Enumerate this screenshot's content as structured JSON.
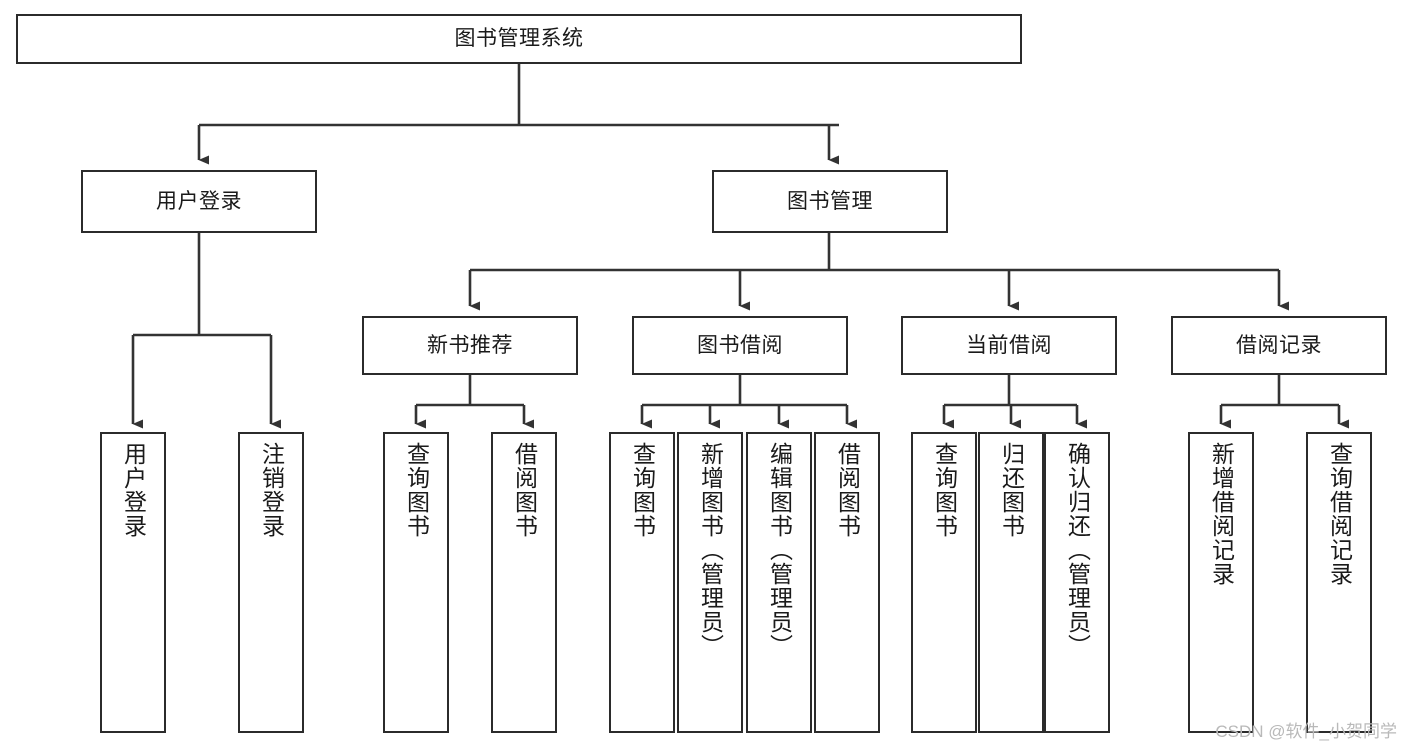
{
  "diagram": {
    "type": "tree",
    "title": "图书管理系统",
    "theme": {
      "box_border": "#2b2b2b",
      "box_fill": "#ffffff",
      "line": "#333333",
      "text": "#1a1a1a",
      "watermark": "#b9b9b9"
    },
    "nodes": {
      "root": {
        "label": "图书管理系统"
      },
      "l1": [
        {
          "label": "用户登录"
        },
        {
          "label": "图书管理"
        }
      ],
      "l2": [
        {
          "label": "新书推荐"
        },
        {
          "label": "图书借阅"
        },
        {
          "label": "当前借阅"
        },
        {
          "label": "借阅记录"
        }
      ],
      "leaves": {
        "user_login": [
          {
            "label": "用户登录"
          },
          {
            "label": "注销登录"
          }
        ],
        "new_book": [
          {
            "label": "查询图书"
          },
          {
            "label": "借阅图书"
          }
        ],
        "book_borrow": [
          {
            "label": "查询图书"
          },
          {
            "label": "新增图书（管理员）"
          },
          {
            "label": "编辑图书（管理员）"
          },
          {
            "label": "借阅图书"
          }
        ],
        "current_borrow": [
          {
            "label": "查询图书"
          },
          {
            "label": "归还图书"
          },
          {
            "label": "确认归还（管理员）"
          }
        ],
        "borrow_record": [
          {
            "label": "新增借阅记录"
          },
          {
            "label": "查询借阅记录"
          }
        ]
      }
    },
    "watermark": "CSDN @软件_小贺同学"
  }
}
